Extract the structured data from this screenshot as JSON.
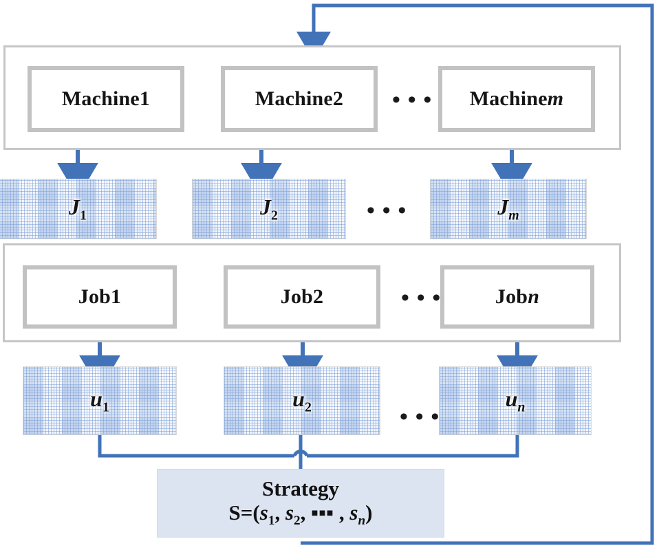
{
  "diagram": {
    "title": "Machine-Job-Strategy feedback diagram",
    "colors": {
      "arrow_blue": "#4272b8",
      "group_border_grey": "#c6c6c6",
      "node_border_grey": "#c2c2c2",
      "texture_blue": "#7da0d7",
      "texture_fill": "#eaf0fa",
      "strategy_fill": "#dce4f2",
      "text_black": "#151515"
    },
    "machine_row": {
      "container_name": "machine-group",
      "nodes": [
        {
          "label": "Machine1",
          "italic_tail": ""
        },
        {
          "label": "Machine2",
          "italic_tail": ""
        },
        {
          "label": "Machine ",
          "italic_tail": "m"
        }
      ],
      "ellipsis": "• • •"
    },
    "j_row": {
      "blocks": [
        {
          "base": "J",
          "sub": "1",
          "sub_italic": false
        },
        {
          "base": "J",
          "sub": "2",
          "sub_italic": false
        },
        {
          "base": "J",
          "sub": "m",
          "sub_italic": true
        }
      ],
      "ellipsis": "• • •"
    },
    "job_row": {
      "container_name": "job-group",
      "nodes": [
        {
          "label": "Job1",
          "italic_tail": ""
        },
        {
          "label": "Job2",
          "italic_tail": ""
        },
        {
          "label": "Job ",
          "italic_tail": "n"
        }
      ],
      "ellipsis": "• • •"
    },
    "u_row": {
      "blocks": [
        {
          "base": "u",
          "sub": "1",
          "sub_italic": false
        },
        {
          "base": "u",
          "sub": "2",
          "sub_italic": false
        },
        {
          "base": "u",
          "sub": "n",
          "sub_italic": true
        }
      ],
      "ellipsis": "• • •"
    },
    "strategy": {
      "title": "Strategy",
      "formula_prefix": "S=(",
      "terms": [
        {
          "base": "s",
          "sub": "1"
        },
        {
          "base": "s",
          "sub": "2"
        }
      ],
      "formula_ellipsis": "▪▪▪",
      "last_term": {
        "base": "s",
        "sub": "n"
      },
      "formula_suffix": ")"
    },
    "feedback_loop": {
      "label": "feedback-loop-arrow",
      "description": "Strategy output routed around the right side back to the Machine group input"
    }
  }
}
